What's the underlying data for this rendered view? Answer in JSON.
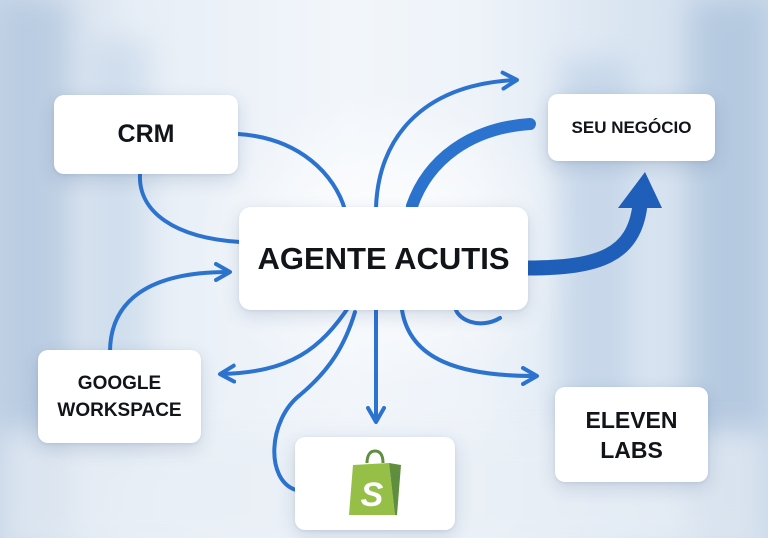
{
  "center": {
    "label": "AGENTE ACUTIS"
  },
  "nodes": {
    "crm": {
      "label": "CRM"
    },
    "seu_negocio": {
      "label": "SEU NEGÓCIO"
    },
    "google_workspace": {
      "line1": "GOOGLE",
      "line2": "WORKSPACE"
    },
    "eleven_labs": {
      "line1": "ELEVEN",
      "line2": "LABS"
    },
    "shopify": {
      "icon": "shopify-bag-icon",
      "letter": "S"
    }
  },
  "colors": {
    "arrow": "#2b73cf",
    "arrow_dark": "#1f5fb9",
    "shopify_green": "#95bf47",
    "shopify_dark": "#5e8e3e",
    "text": "#111418"
  }
}
